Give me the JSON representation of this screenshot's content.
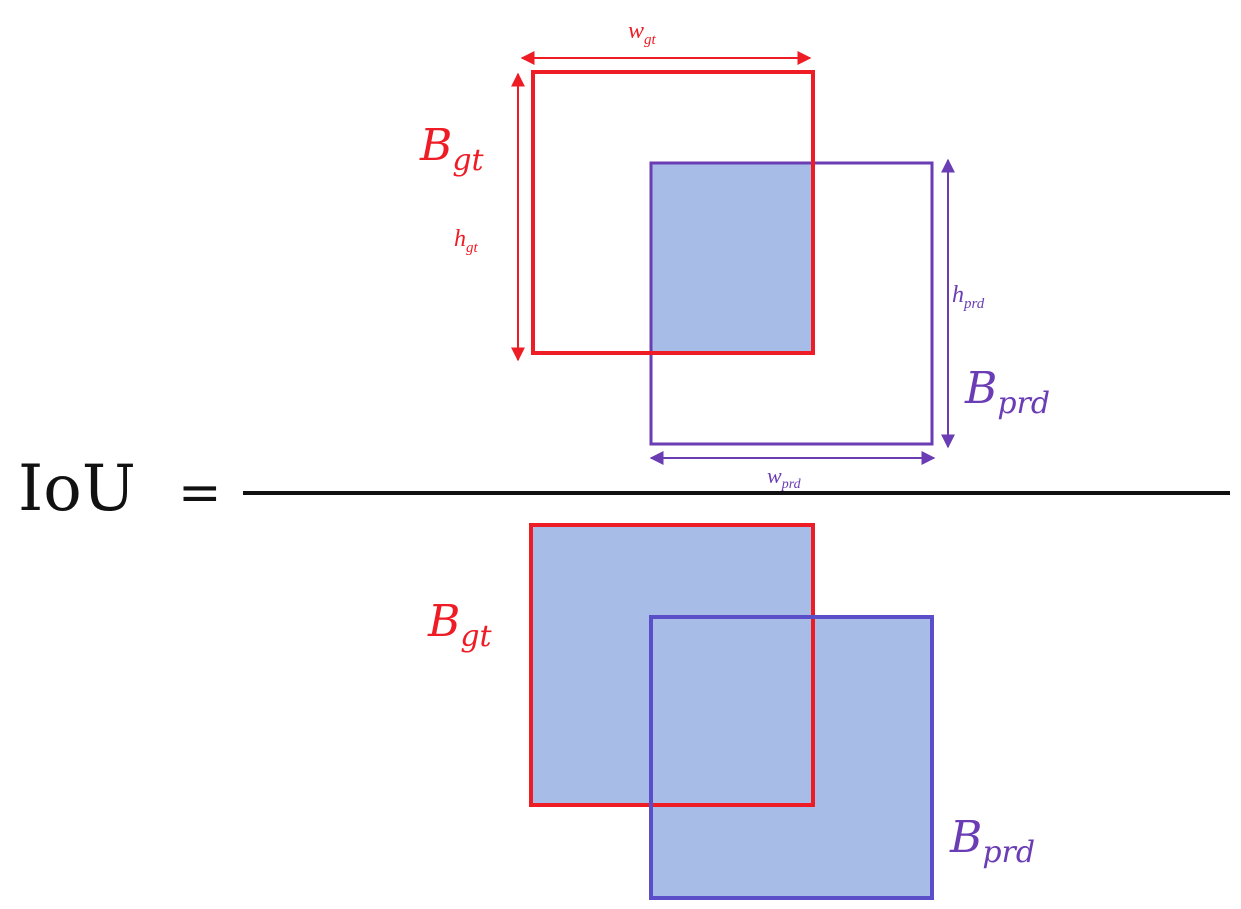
{
  "title": "IoU",
  "equals": "=",
  "colors": {
    "gt": "#ee1c24",
    "prd": "#6a3db5",
    "prd_bottom_border": "#5b4fc9",
    "fill": "#a7bde8",
    "rule": "#111111"
  },
  "numerator": {
    "gt_box_label": {
      "main": "B",
      "sub": "gt"
    },
    "prd_box_label": {
      "main": "B",
      "sub": "prd"
    },
    "gt_width_label": {
      "main": "w",
      "sub": "gt"
    },
    "gt_height_label": {
      "main": "h",
      "sub": "gt"
    },
    "prd_width_label": {
      "main": "w",
      "sub": "prd"
    },
    "prd_height_label": {
      "main": "h",
      "sub": "prd"
    }
  },
  "denominator": {
    "gt_box_label": {
      "main": "B",
      "sub": "gt"
    },
    "prd_box_label": {
      "main": "B",
      "sub": "prd"
    }
  }
}
